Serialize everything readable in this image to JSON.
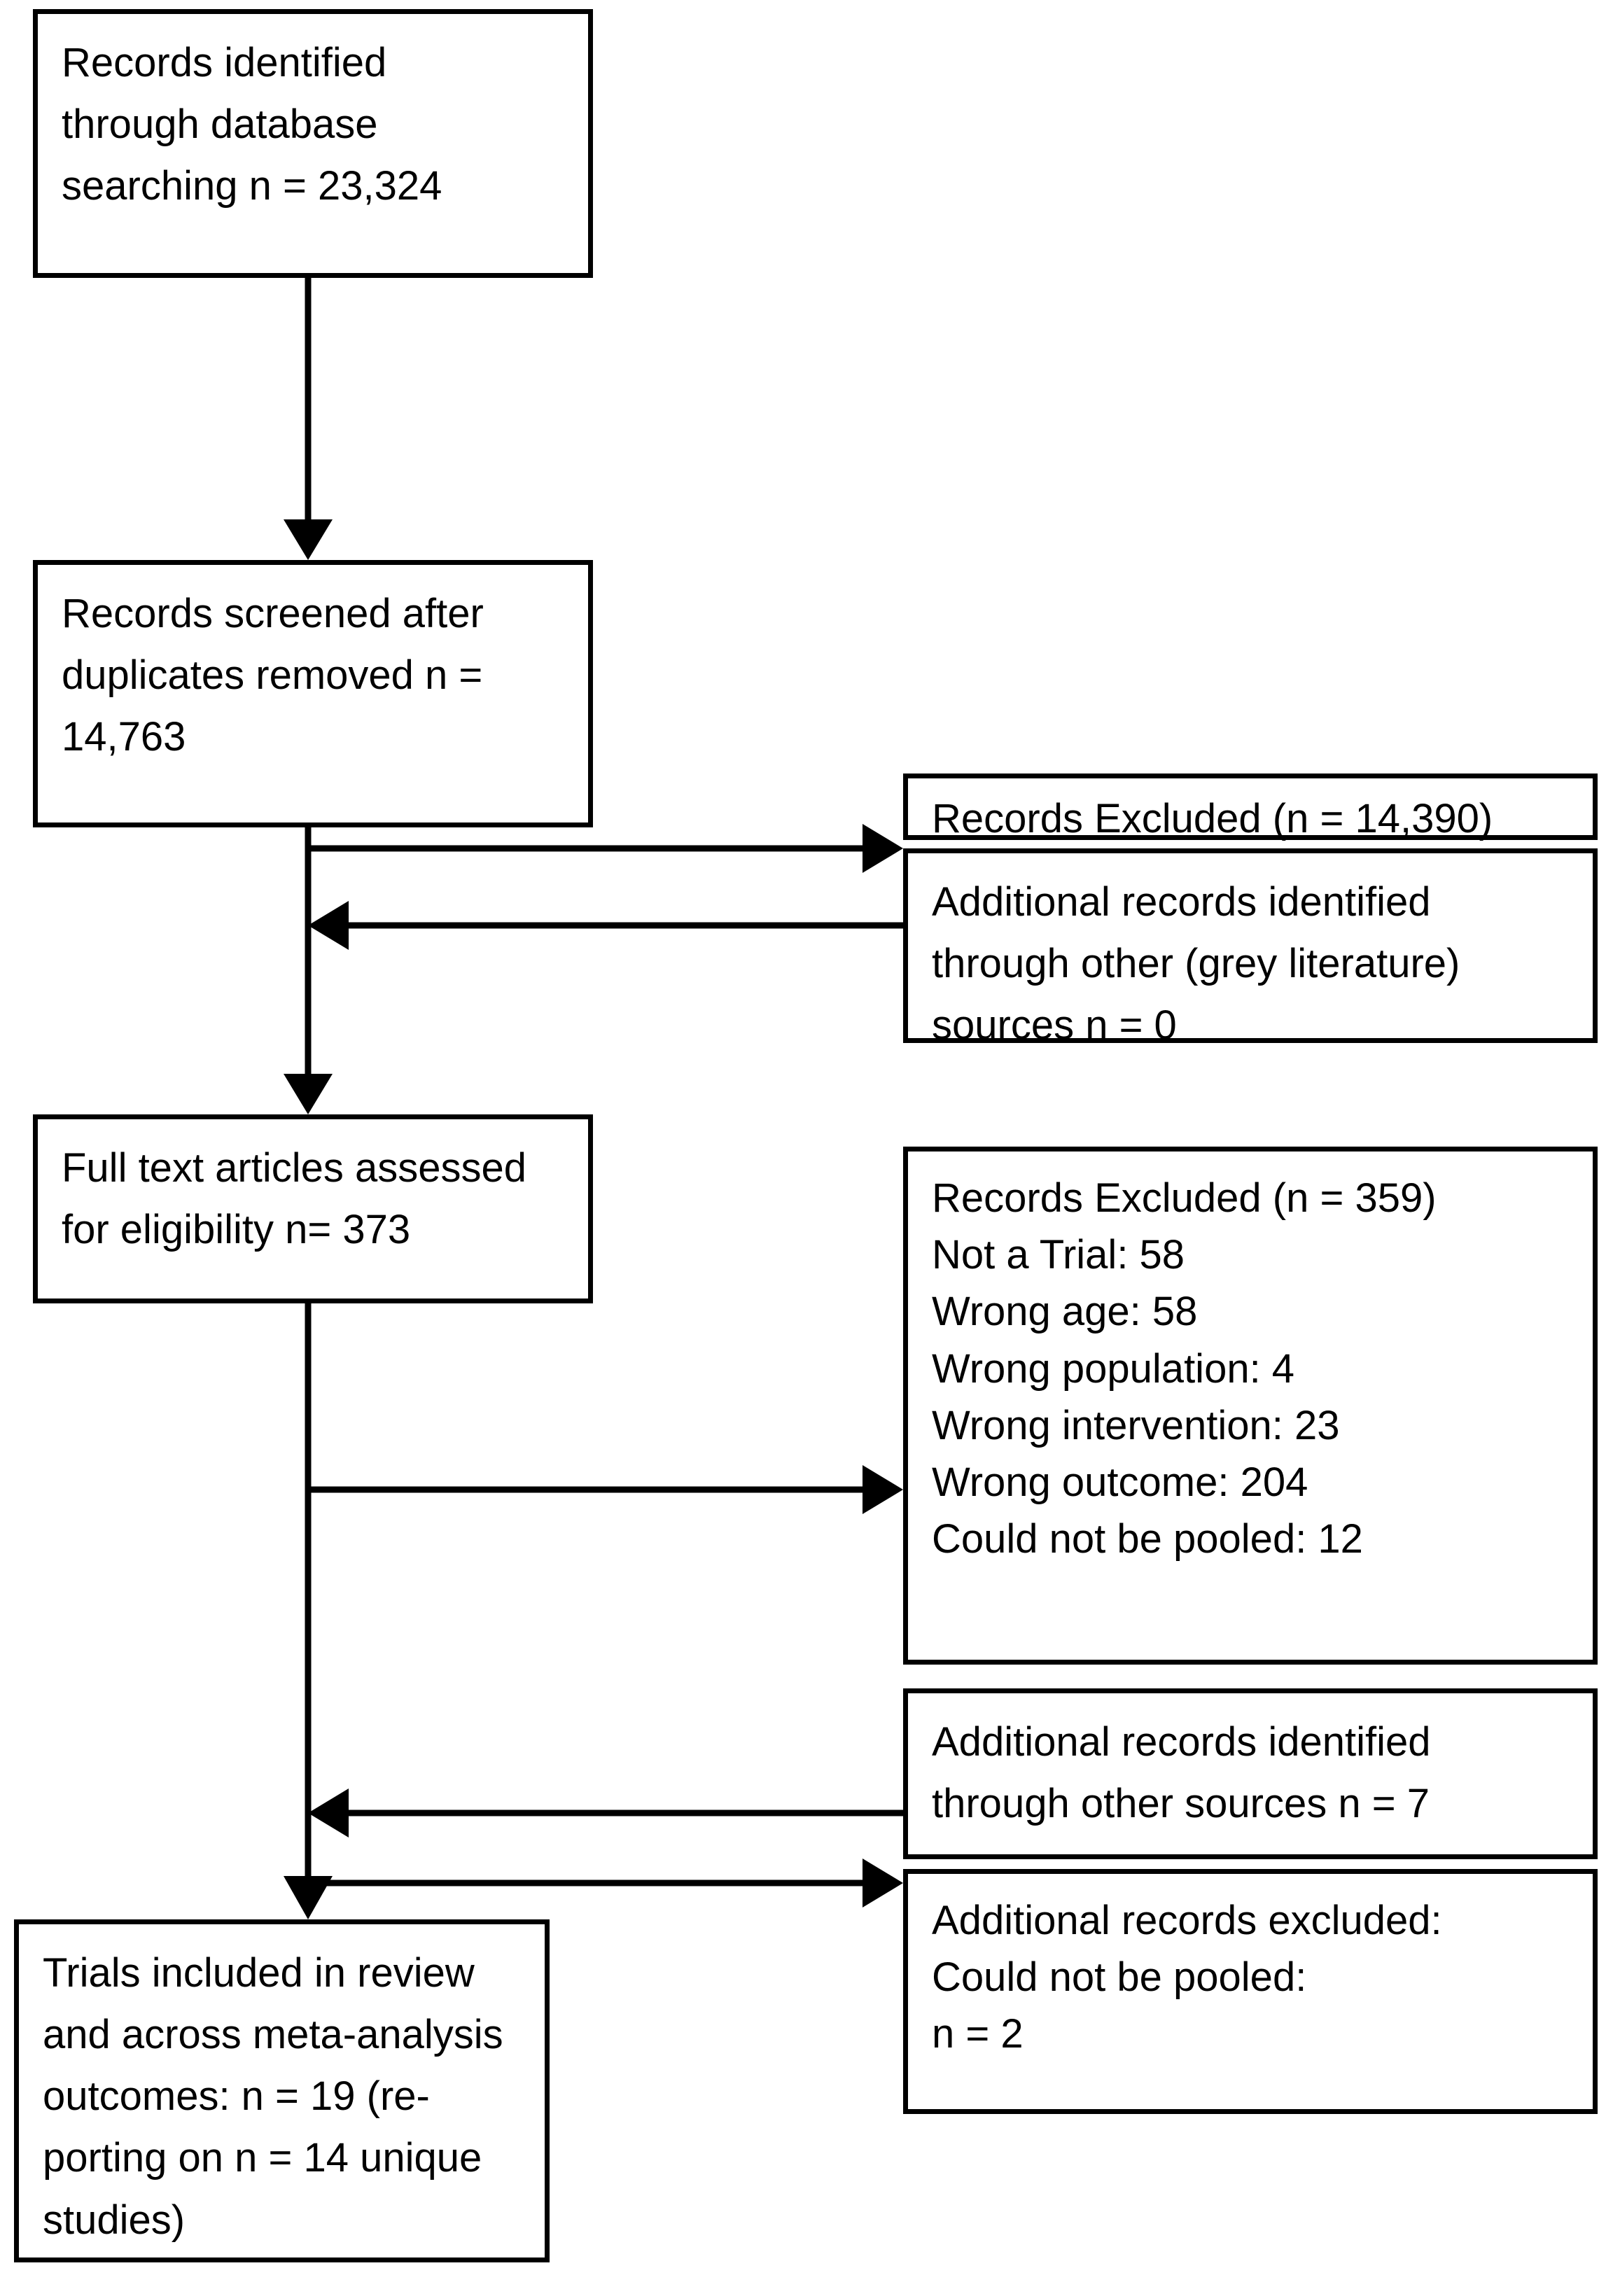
{
  "diagram": {
    "type": "prisma-flow-diagram",
    "title": "PRISMA study selection flow diagram",
    "stroke_color": "#000000",
    "background_color": "#ffffff",
    "nodes": {
      "identified": {
        "name": "records-identified",
        "lines": [
          "Records identified",
          "through database",
          "searching n = 23,324"
        ],
        "text": "Records identified through database searching n = 23,324",
        "count": 23324
      },
      "screened": {
        "name": "records-screened",
        "lines": [
          "Records screened after",
          "duplicates removed n =",
          "14,763"
        ],
        "text": "Records screened after duplicates removed n = 14,763",
        "count": 14763
      },
      "excluded_screening": {
        "name": "records-excluded-screening",
        "lines": [
          "Records Excluded (n = 14,390)"
        ],
        "text": "Records Excluded (n = 14,390)",
        "count": 14390
      },
      "grey_literature": {
        "name": "additional-records-grey-literature",
        "lines": [
          "Additional records identified",
          "through other (grey literature)",
          "sources n = 0"
        ],
        "text": "Additional records identified through other (grey literature) sources n = 0",
        "count": 0
      },
      "fulltext": {
        "name": "full-text-assessed",
        "lines": [
          "Full text articles assessed",
          "for eligibility n= 373"
        ],
        "text": "Full text articles assessed for eligibility n= 373",
        "count": 373
      },
      "excluded_fulltext": {
        "name": "records-excluded-full-text",
        "header": "Records Excluded (n = 359)",
        "count": 359,
        "reasons": [
          {
            "label": "Not a Trial",
            "value": 58,
            "line": "Not a Trial: 58"
          },
          {
            "label": "Wrong age",
            "value": 58,
            "line": "Wrong age: 58"
          },
          {
            "label": "Wrong population",
            "value": 4,
            "line": "Wrong population: 4"
          },
          {
            "label": "Wrong intervention",
            "value": 23,
            "line": "Wrong intervention: 23"
          },
          {
            "label": "Wrong outcome",
            "value": 204,
            "line": "Wrong outcome: 204"
          },
          {
            "label": "Could not be pooled",
            "value": 12,
            "line": "Could not be pooled: 12"
          }
        ],
        "lines": [
          "Records Excluded (n = 359)",
          "Not a Trial: 58",
          "Wrong age: 58",
          "Wrong population: 4",
          "Wrong intervention: 23",
          "Wrong outcome: 204",
          "Could not be pooled: 12"
        ]
      },
      "other_sources": {
        "name": "additional-records-other-sources",
        "lines": [
          "Additional records identified",
          "through other sources n = 7"
        ],
        "text": "Additional records identified through other sources n = 7",
        "count": 7
      },
      "additional_excluded": {
        "name": "additional-records-excluded",
        "lines": [
          "Additional records excluded:",
          "Could not be pooled:",
          "n = 2"
        ],
        "text": "Additional records excluded: Could not be pooled: n = 2",
        "count": 2
      },
      "included": {
        "name": "trials-included",
        "lines": [
          "Trials included in review",
          "and across meta-analysis",
          "outcomes: n = 19 (re-",
          "porting on n = 14 unique",
          "studies)"
        ],
        "text": "Trials included in review and across meta-analysis outcomes: n = 19 (reporting on n = 14 unique studies)",
        "count": 19,
        "unique_studies": 14
      }
    },
    "edges": [
      {
        "name": "identified-to-screened",
        "from": "identified",
        "to": "screened",
        "direction": "down"
      },
      {
        "name": "screened-to-excluded",
        "from": "screened",
        "to": "excluded_screening",
        "direction": "right"
      },
      {
        "name": "grey-literature-to-trunk",
        "from": "grey_literature",
        "to": "fulltext",
        "direction": "left"
      },
      {
        "name": "screened-to-fulltext",
        "from": "screened",
        "to": "fulltext",
        "direction": "down"
      },
      {
        "name": "fulltext-to-excluded",
        "from": "fulltext",
        "to": "excluded_fulltext",
        "direction": "right"
      },
      {
        "name": "other-sources-to-trunk",
        "from": "other_sources",
        "to": "included",
        "direction": "left"
      },
      {
        "name": "trunk-to-additional-excluded",
        "from": "fulltext",
        "to": "additional_excluded",
        "direction": "right"
      },
      {
        "name": "fulltext-to-included",
        "from": "fulltext",
        "to": "included",
        "direction": "down"
      }
    ]
  }
}
